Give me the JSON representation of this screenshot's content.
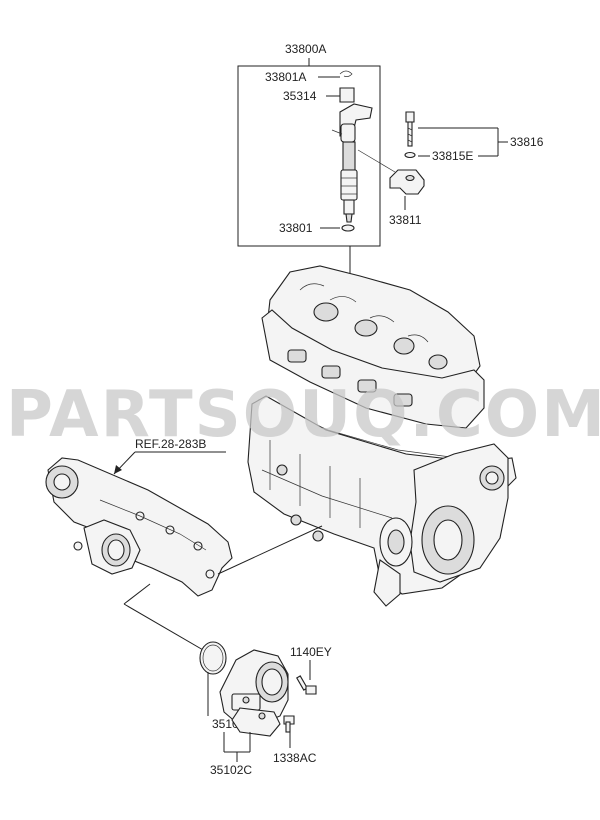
{
  "labels": {
    "assy_33800A": "33800A",
    "clip_33801A": "33801A",
    "clamp_35314": "35314",
    "oring_33801": "33801",
    "bolt_33816": "33816",
    "washer_33815E": "33815E",
    "clamp_33811": "33811",
    "ref_manifold": "REF.28-283B",
    "bolt_1140EY": "1140EY",
    "gasket_35106C": "35106C",
    "throttle_35102C": "35102C",
    "bolt_1338AC": "1338AC"
  },
  "watermark": "PARTSOUQ.COM"
}
